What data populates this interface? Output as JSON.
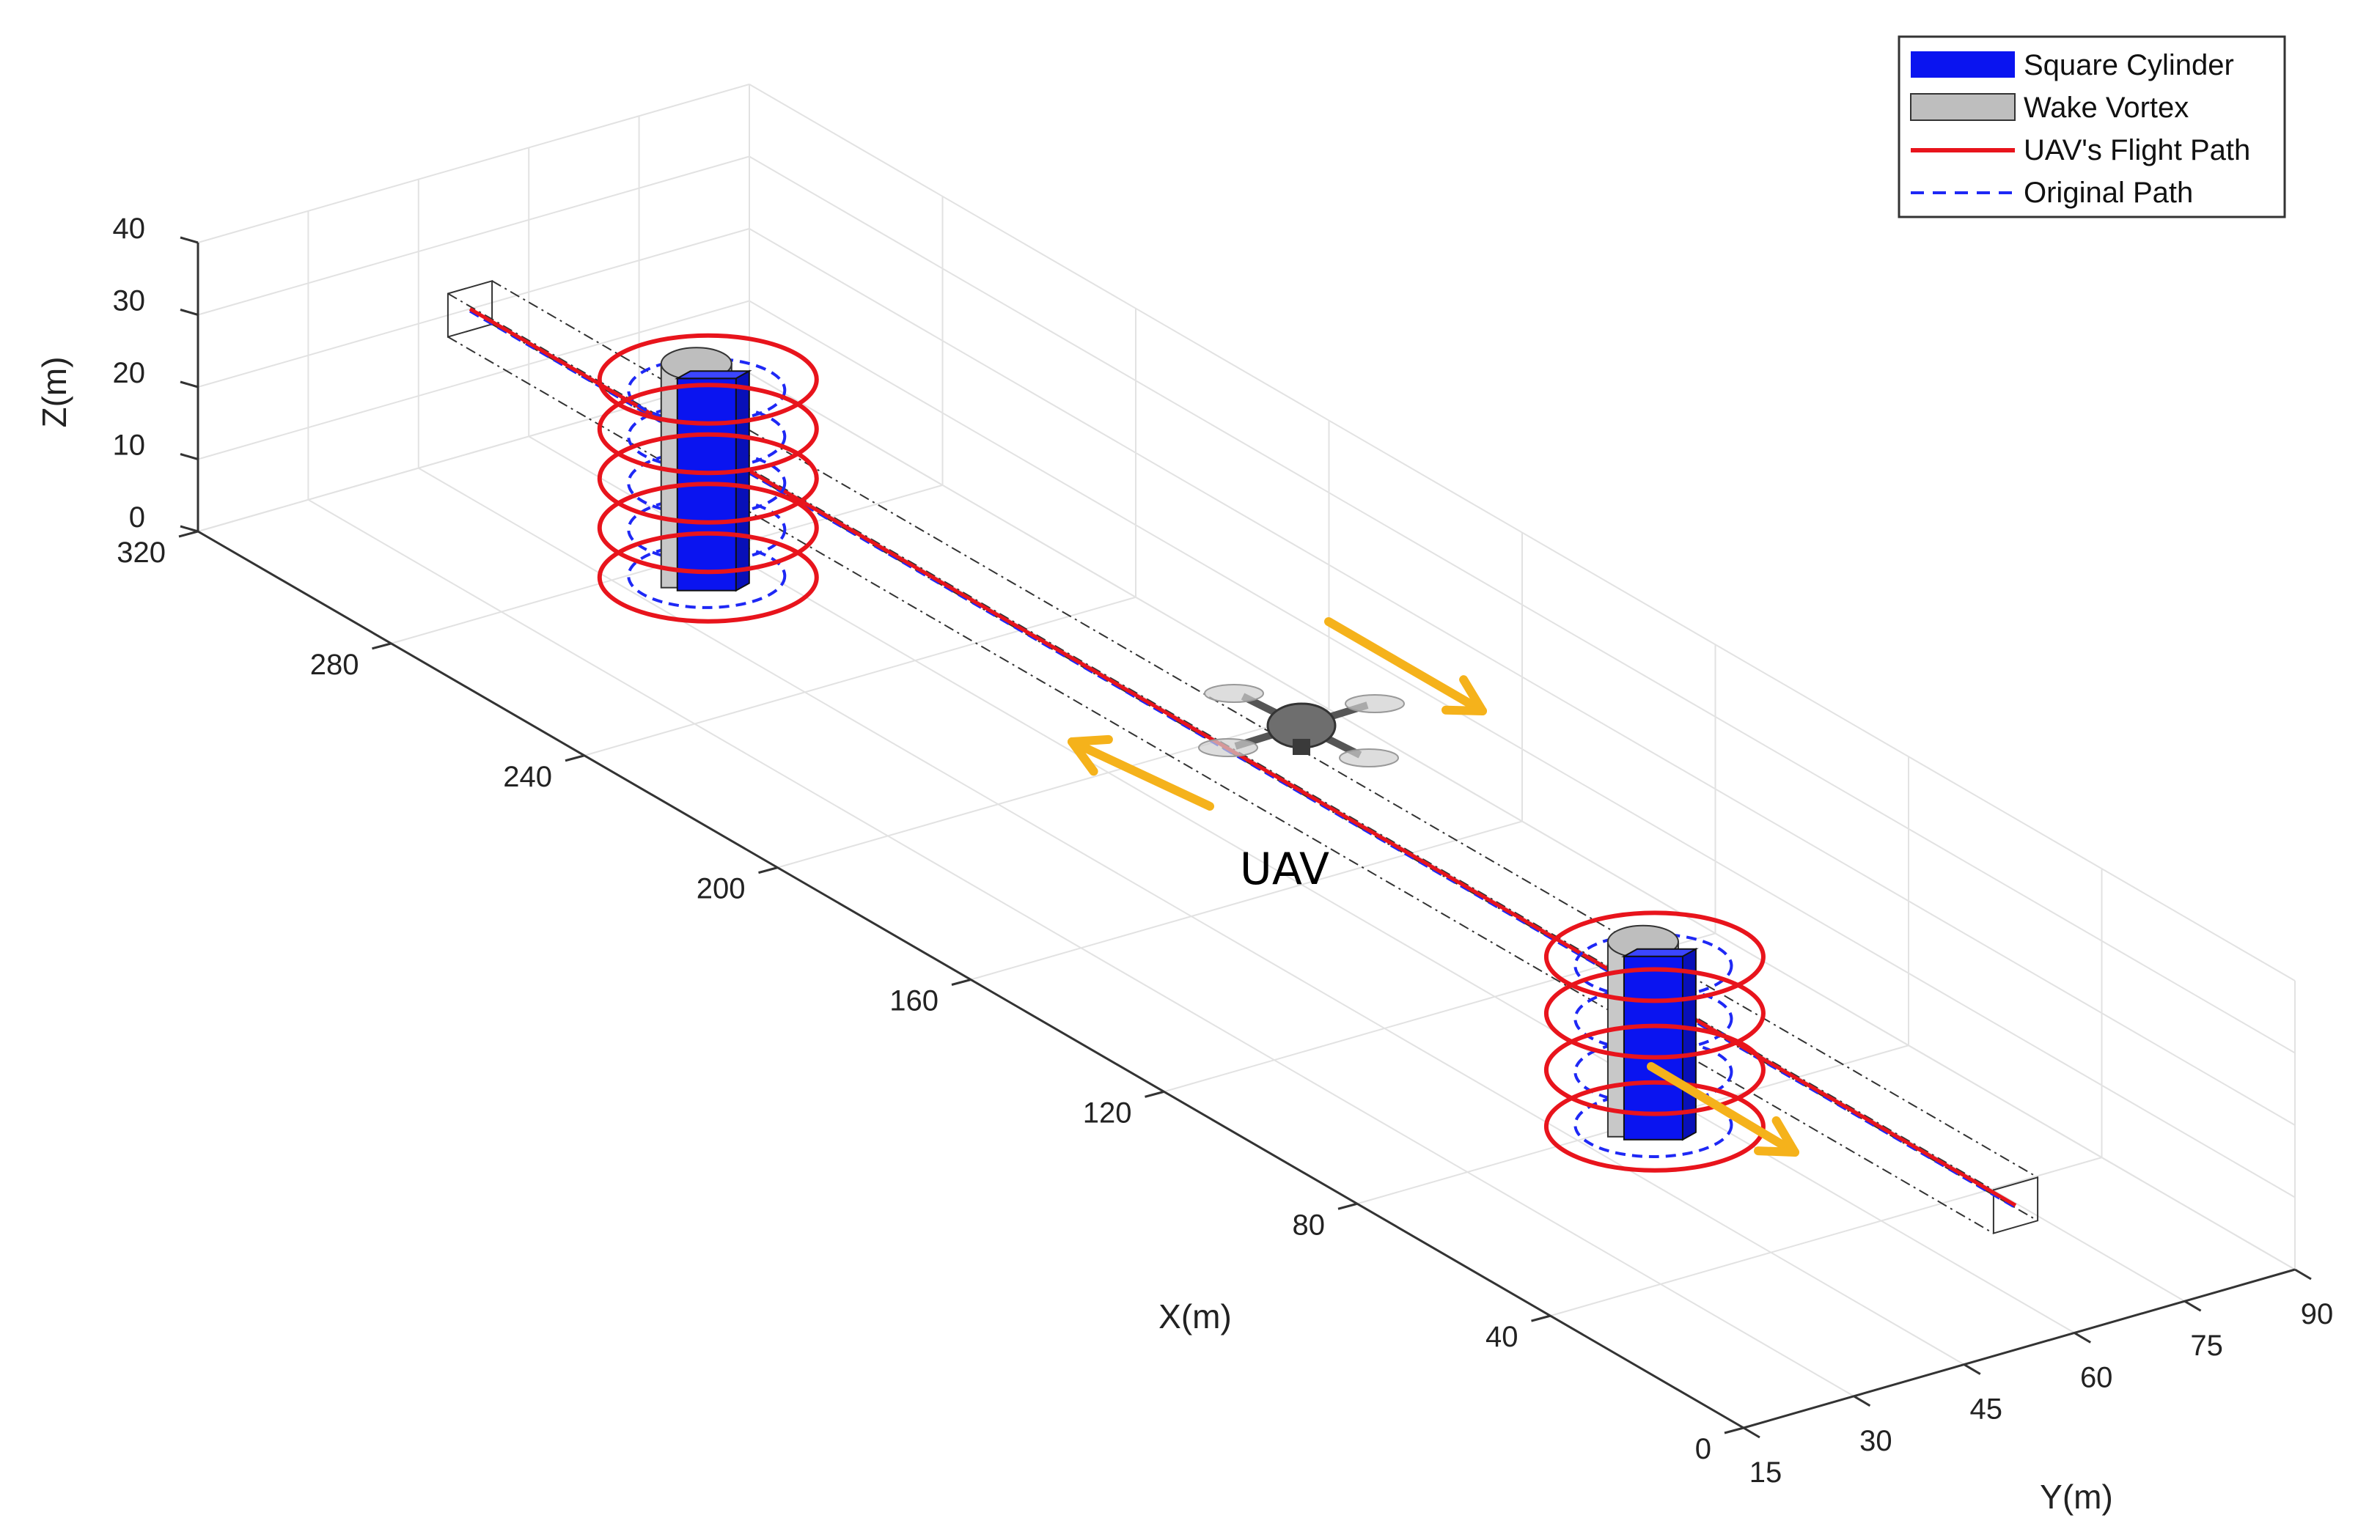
{
  "chart_data": {
    "type": "3d-line",
    "title": "",
    "xlabel": "X(m)",
    "ylabel": "Y(m)",
    "zlabel": "Z(m)",
    "xlim": [
      0,
      320
    ],
    "ylim": [
      15,
      90
    ],
    "zlim": [
      0,
      40
    ],
    "x_ticks": [
      "0",
      "40",
      "80",
      "120",
      "160",
      "200",
      "240",
      "280",
      "320"
    ],
    "y_ticks": [
      "15",
      "30",
      "45",
      "60",
      "75",
      "90"
    ],
    "z_ticks": [
      "0",
      "10",
      "20",
      "30",
      "40"
    ],
    "grid": true,
    "legend_position": "top-right",
    "legend": [
      {
        "label": "Square Cylinder",
        "style": "patch",
        "color": "#0A14F0"
      },
      {
        "label": "Wake Vortex",
        "style": "patch",
        "color": "#BEBEBE"
      },
      {
        "label": "UAV's Flight Path",
        "style": "solid-line",
        "color": "#E8141C"
      },
      {
        "label": "Original Path",
        "style": "dashed-line",
        "color": "#1E28F5"
      }
    ],
    "cylinders": [
      {
        "x": 271,
        "y": 52,
        "height": 30,
        "helix_turns": 5
      },
      {
        "x": 75,
        "y": 52,
        "height": 26,
        "helix_turns": 4
      }
    ],
    "flight_path": {
      "y": 52,
      "z": 20,
      "x_start": 320,
      "x_end": 0
    },
    "annotations": [
      {
        "text": "UAV"
      }
    ],
    "arrow_color": "#F5B21B"
  }
}
